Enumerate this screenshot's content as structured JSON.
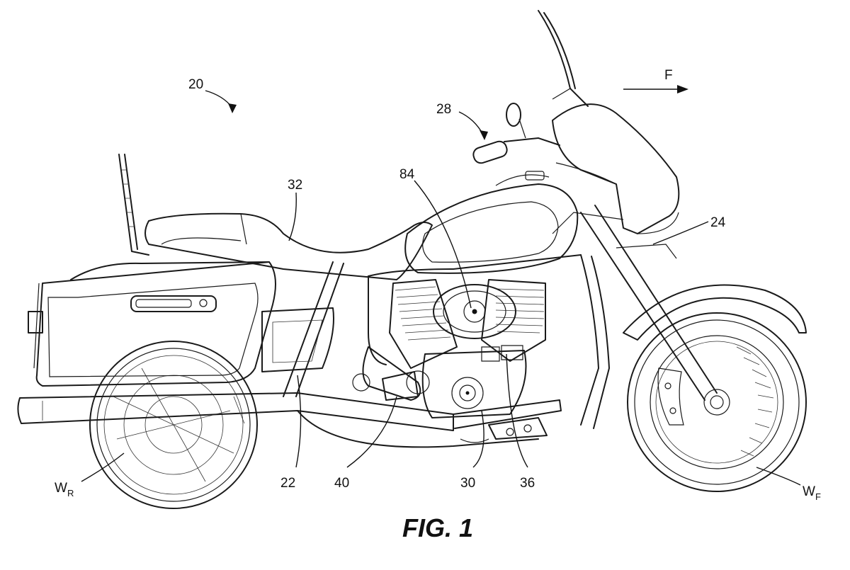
{
  "figure": {
    "caption": "FIG. 1",
    "direction_label": "F"
  },
  "labels": {
    "vehicle": "20",
    "handlebar": "28",
    "seat": "32",
    "air_cleaner": "84",
    "front_fork": "24",
    "frame": "22",
    "bracket": "40",
    "crankcase": "30",
    "engine": "36",
    "rear_wheel_main": "W",
    "rear_wheel_sub": "R",
    "front_wheel_main": "W",
    "front_wheel_sub": "F"
  }
}
